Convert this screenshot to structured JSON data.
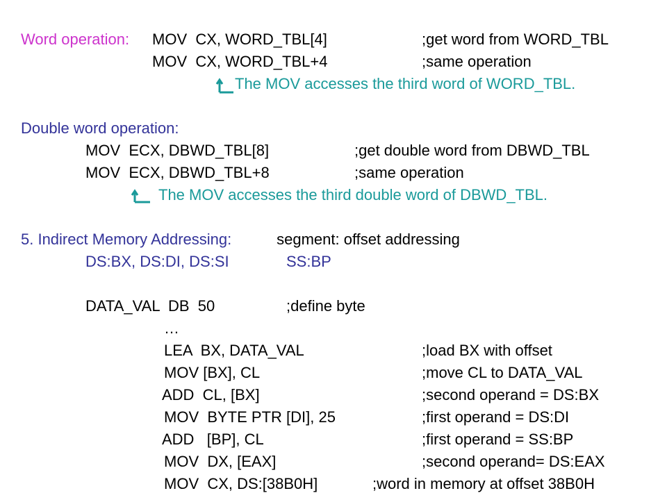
{
  "colors": {
    "text": "#000000",
    "magenta": "#cc33cc",
    "teal": "#1a9a9a",
    "blue": "#333399"
  },
  "word_op": {
    "label": "Word operation:",
    "line1_code": "MOV  CX, WORD_TBL[4]",
    "line1_comment": ";get word from WORD_TBL",
    "line2_code": "MOV  CX, WORD_TBL+4",
    "line2_comment": ";same operation",
    "note_icon": "return-arrow-icon",
    "note": "The MOV accesses the third word of WORD_TBL."
  },
  "dword_op": {
    "label": "Double word operation:",
    "line1_code": "MOV  ECX, DBWD_TBL[8]",
    "line1_comment": ";get double word from DBWD_TBL",
    "line2_code": "MOV  ECX, DBWD_TBL+8",
    "line2_comment": ";same operation",
    "note_icon": "return-arrow-icon",
    "note": "The MOV accesses the third double word of DBWD_TBL."
  },
  "indirect": {
    "heading": "5. Indirect Memory Addressing:",
    "heading_rest": " segment: offset addressing",
    "regs_ds": "DS:BX, DS:DI, DS:SI",
    "regs_ss": "SS:BP",
    "define_code": "DATA_VAL  DB  50",
    "define_comment": ";define byte",
    "ellipsis": "…",
    "lines": [
      {
        "code": "LEA  BX, DATA_VAL",
        "comment": ";load BX with offset"
      },
      {
        "code": "MOV [BX], CL",
        "comment": ";move CL to DATA_VAL"
      },
      {
        "code": "ADD  CL, [BX]",
        "comment": ";second operand = DS:BX"
      },
      {
        "code": "MOV  BYTE PTR [DI], 25",
        "comment": ";first operand = DS:DI"
      },
      {
        "code": "ADD   [BP], CL",
        "comment": ";first operand = SS:BP"
      },
      {
        "code": "MOV  DX, [EAX]",
        "comment": ";second operand= DS:EAX"
      },
      {
        "code": "MOV  CX, DS:[38B0H]",
        "comment": ";word in memory at offset 38B0H"
      }
    ]
  }
}
